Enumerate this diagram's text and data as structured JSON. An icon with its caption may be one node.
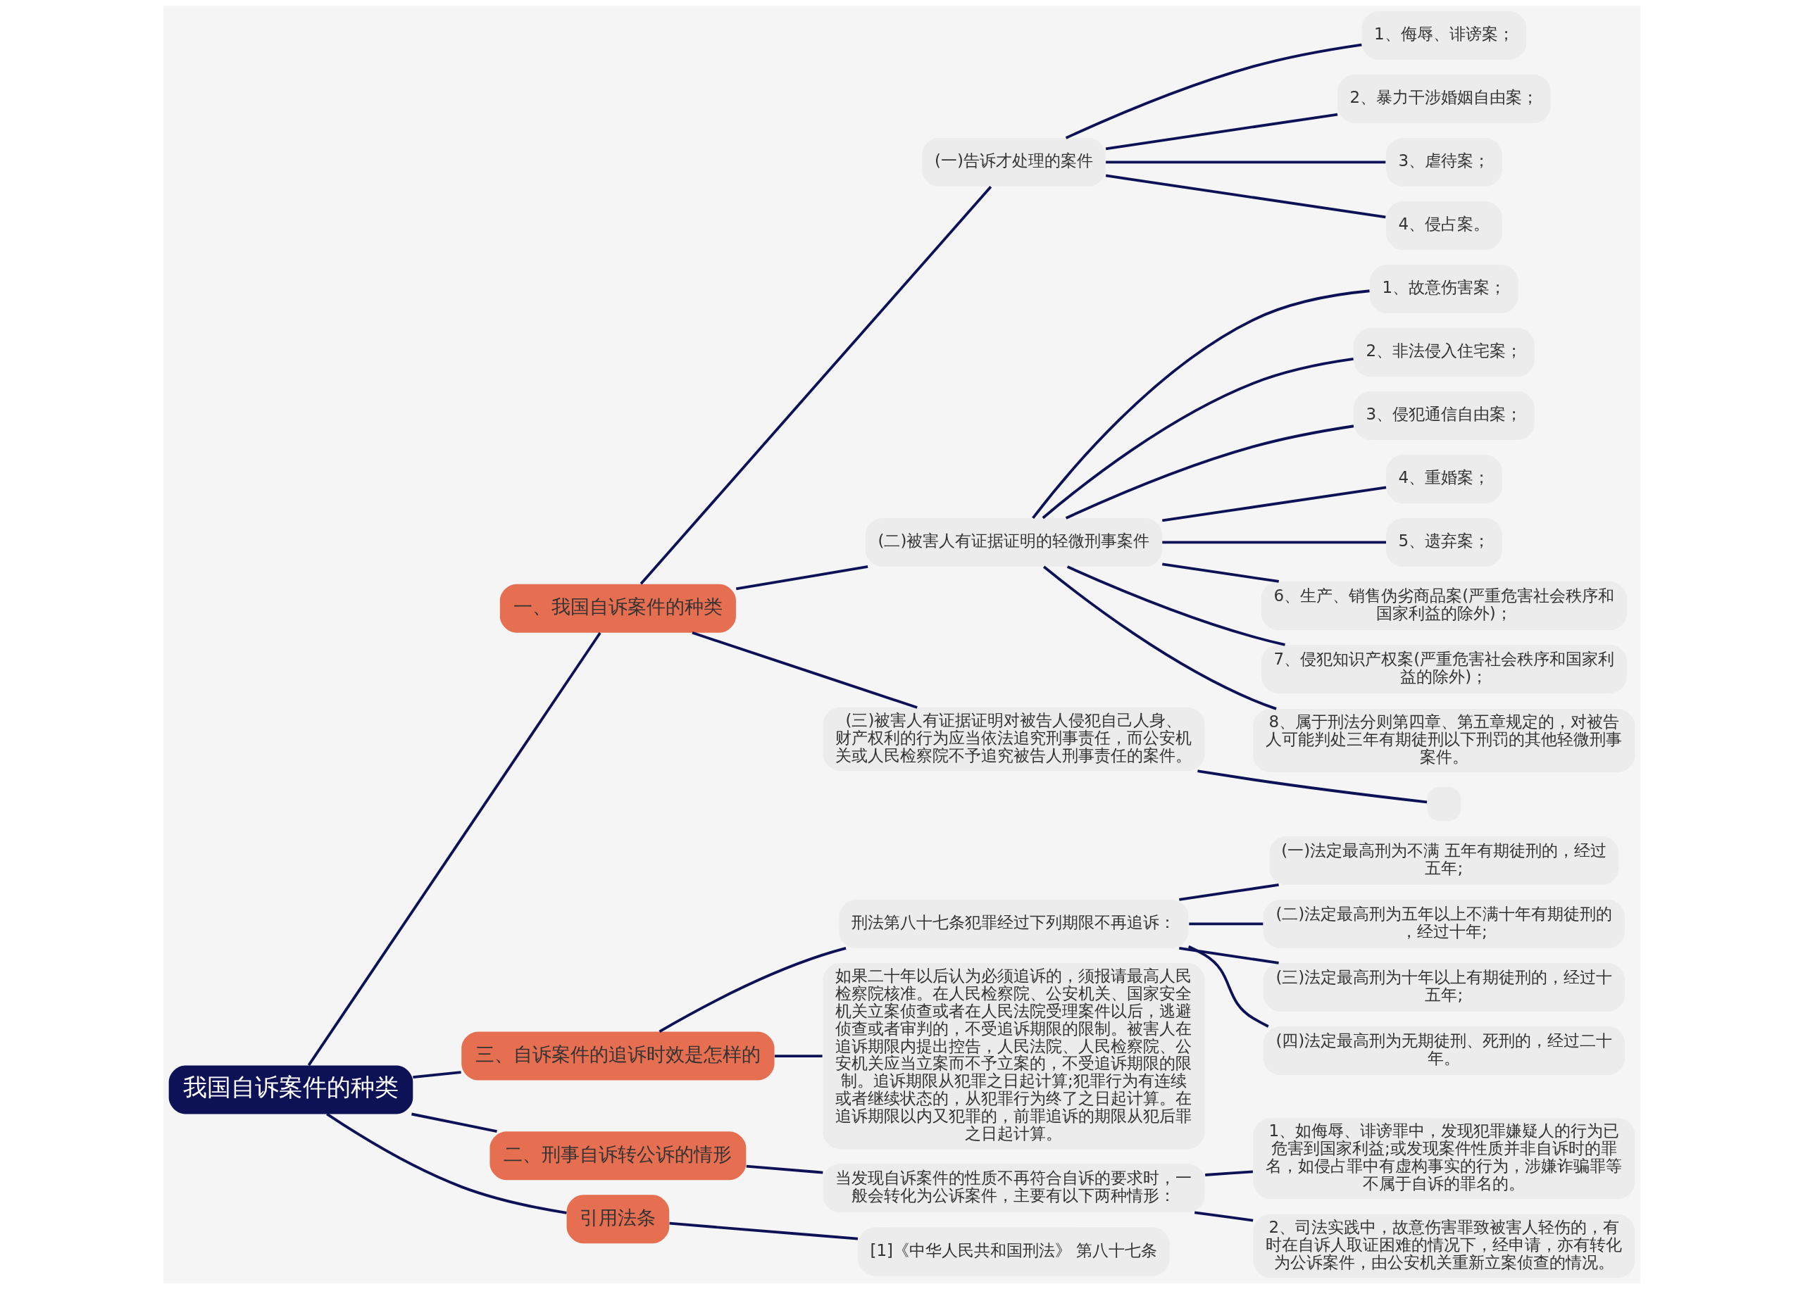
{
  "diagram": {
    "nodes": [
      {
        "text": [
          "我国自诉案件的种类"
        ]
      },
      {
        "text": [
          "一、我国自诉案件的种类"
        ]
      },
      {
        "text": [
          "(一)告诉才处理的案件"
        ]
      },
      {
        "text": [
          "1、侮辱、诽谤案；"
        ]
      },
      {
        "text": [
          "2、暴力干涉婚姻自由案；"
        ]
      },
      {
        "text": [
          "3、虐待案；"
        ]
      },
      {
        "text": [
          "4、侵占案。"
        ]
      },
      {
        "text": [
          "(二)被害人有证据证明的轻微刑事案件"
        ]
      },
      {
        "text": [
          "1、故意伤害案；"
        ]
      },
      {
        "text": [
          "2、非法侵入住宅案；"
        ]
      },
      {
        "text": [
          "3、侵犯通信自由案；"
        ]
      },
      {
        "text": [
          "4、重婚案；"
        ]
      },
      {
        "text": [
          "5、遗弃案；"
        ]
      },
      {
        "text": [
          "6、生产、销售伪劣商品案(严重危害社会秩序和国家利益的除外)；"
        ]
      },
      {
        "text": [
          "7、侵犯知识产权案(严重危害社会秩序和国家利益的除外)；"
        ]
      },
      {
        "text": [
          "8、属于刑法分则第四章、第五章规定的，对被告人可能判处三年有期徒刑以下刑罚的其他轻微刑事案件。"
        ]
      },
      {
        "text": [
          "(三)被害人有证据证明对被告人侵犯自己人身、财产权利的行为应当依法追究刑事责任，而公安机关或人民检察院不予追究被告人刑事责任的案件。"
        ]
      },
      {
        "text": [],
        "shape": "box"
      },
      {
        "text": [
          "三、自诉案件的追诉时效是怎样的"
        ]
      },
      {
        "text": [
          "刑法第八十七条犯罪经过下列期限不再追诉："
        ]
      },
      {
        "text": [
          "(一)法定最高刑为不满 五年有期徒刑的，经过五年;"
        ]
      },
      {
        "text": [
          "(二)法定最高刑为五年以上不满十年有期徒刑的，经过十年;"
        ]
      },
      {
        "text": [
          "(三)法定最高刑为十年以上有期徒刑的，经过十五年;"
        ]
      },
      {
        "text": [
          "(四)法定最高刑为无期徒刑、死刑的，经过二十年。"
        ]
      },
      {
        "text": [
          "如果二十年以后认为必须追诉的，须报请最高人民检察院核准。在人民检察院、公安机关、国家安全机关立案侦查或者在人民法院受理案件以后，逃避侦查或者审判的，不受追诉期限的限制。被害人在追诉期限内提出控告，人民法院、人民检察院、公安机关应当立案而不予立案的，不受追诉期限的限制。追诉期限从犯罪之日起计算;犯罪行为有连续或者继续状态的，从犯罪行为终了之日起计算。在追诉期限以内又犯罪的，前罪追诉的期限从犯后罪之日起计算。"
        ]
      },
      {
        "text": [
          "二、刑事自诉转公诉的情形"
        ]
      },
      {
        "text": [
          "当发现自诉案件的性质不再符合自诉的要求时，一般会转化为公诉案件，主要有以下两种情形："
        ]
      },
      {
        "text": [
          "1、如侮辱、诽谤罪中，发现犯罪嫌疑人的行为已危害到国家利益;或发现案件性质并非自诉时的罪名，如侵占罪中有虚构事实的行为，涉嫌诈骗罪等不属于自诉的罪名的。"
        ]
      },
      {
        "text": [
          "2、司法实践中，故意伤害罪致被害人轻伤的，有时在自诉人取证困难的情况下，经申请，亦有转化为公诉案件，由公安机关重新立案侦查的情况。"
        ]
      },
      {
        "text": [
          "引用法条"
        ]
      },
      {
        "text": [
          "[1]《中华人民共和国刑法》 第八十七条"
        ]
      }
    ],
    "edges": [
      {
        "from": 0,
        "to": 1,
        "arrow": "none"
      },
      {
        "from": 1,
        "to": 2,
        "arrow": "none"
      },
      {
        "from": 2,
        "to": 3,
        "arrow": "none"
      },
      {
        "from": 2,
        "to": 4,
        "arrow": "none"
      },
      {
        "from": 2,
        "to": 5,
        "arrow": "none"
      },
      {
        "from": 2,
        "to": 6,
        "arrow": "none"
      },
      {
        "from": 1,
        "to": 7,
        "arrow": "none"
      },
      {
        "from": 7,
        "to": 8,
        "arrow": "none"
      },
      {
        "from": 7,
        "to": 9,
        "arrow": "none"
      },
      {
        "from": 7,
        "to": 10,
        "arrow": "none"
      },
      {
        "from": 7,
        "to": 11,
        "arrow": "none"
      },
      {
        "from": 7,
        "to": 12,
        "arrow": "none"
      },
      {
        "from": 7,
        "to": 13,
        "arrow": "none"
      },
      {
        "from": 7,
        "to": 14,
        "arrow": "none"
      },
      {
        "from": 7,
        "to": 15,
        "arrow": "none"
      },
      {
        "from": 1,
        "to": 16,
        "arrow": "none"
      },
      {
        "from": 16,
        "to": 17,
        "arrow": "none"
      },
      {
        "from": 0,
        "to": 18,
        "arrow": "none"
      },
      {
        "from": 18,
        "to": 19,
        "arrow": "none"
      },
      {
        "from": 19,
        "to": 20,
        "arrow": "none"
      },
      {
        "from": 19,
        "to": 21,
        "arrow": "none"
      },
      {
        "from": 19,
        "to": 22,
        "arrow": "none"
      },
      {
        "from": 19,
        "to": 23,
        "arrow": "none"
      },
      {
        "from": 18,
        "to": 24,
        "arrow": "none"
      },
      {
        "from": 0,
        "to": 25,
        "arrow": "none"
      },
      {
        "from": 25,
        "to": 26,
        "arrow": "none"
      },
      {
        "from": 26,
        "to": 27,
        "arrow": "none"
      },
      {
        "from": 26,
        "to": 28,
        "arrow": "none"
      },
      {
        "from": 0,
        "to": 29,
        "arrow": "none"
      },
      {
        "from": 29,
        "to": 30,
        "arrow": "none"
      }
    ]
  }
}
